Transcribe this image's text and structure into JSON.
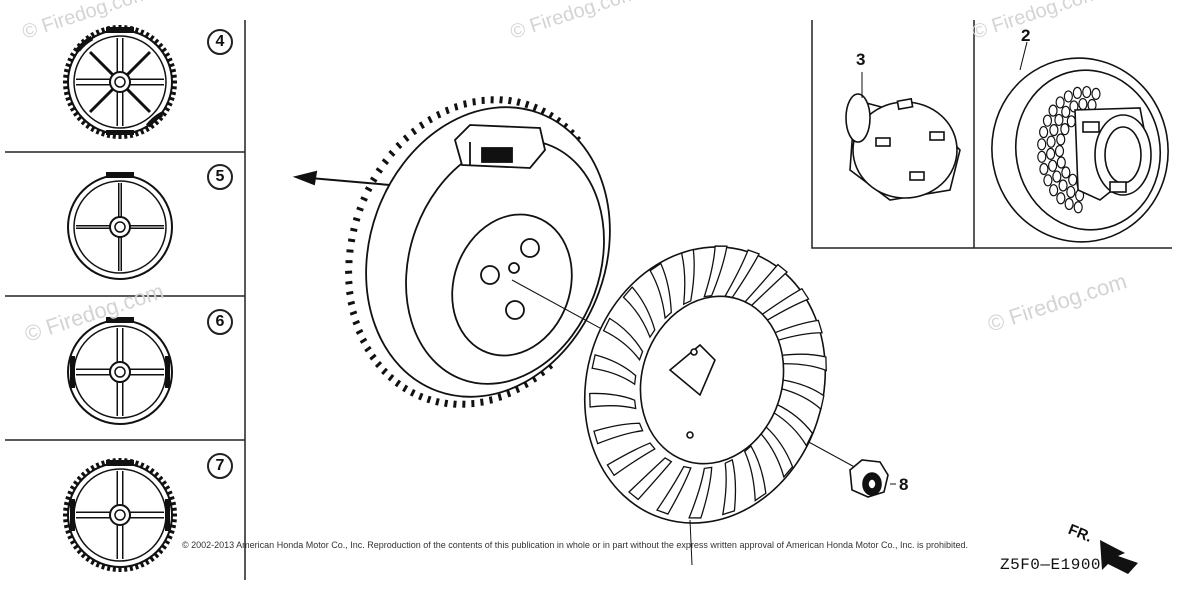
{
  "watermarks": [
    "© Firedog.com",
    "© Firedog.com",
    "© Firedog.com",
    "© Firedog.com",
    "© Firedog.com"
  ],
  "callouts": {
    "c4": "4",
    "c5": "5",
    "c6": "6",
    "c7": "7",
    "c3": "3",
    "c2": "2",
    "c8": "8"
  },
  "copyright": "© 2002-2013 American Honda Motor Co., Inc. Reproduction of the contents of this publication in whole or in part without the express written approval of American Honda Motor Co., Inc. is prohibited.",
  "diagram_code": "Z5F0—E1900",
  "direction_label": "FR."
}
